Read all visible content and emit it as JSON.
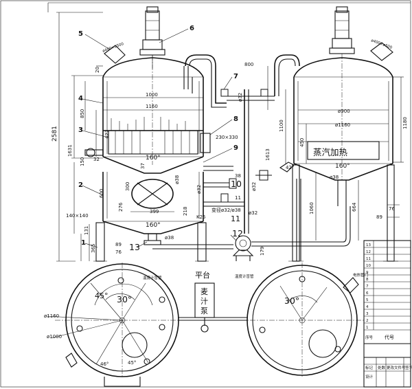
{
  "callouts": [
    "1",
    "2",
    "3",
    "4",
    "5",
    "6",
    "7",
    "8",
    "9",
    "10",
    "11",
    "12",
    "13"
  ],
  "dimensions": {
    "manhole_left": "ø400×ø500",
    "manhole_right": "ø400×ø500",
    "d20": "20",
    "d800": "800",
    "d1000": "1000",
    "d1160": "1160",
    "d850": "850",
    "d427": "427",
    "d2581": "2581",
    "d1631": "1631",
    "d150": "150",
    "d32a": "32",
    "d37": "37",
    "d300": "300",
    "d600": "600",
    "d276": "276",
    "d140x140": "140×140",
    "d131": "131",
    "d365": "365",
    "d89a": "89",
    "d76a": "76",
    "d399": "399",
    "d218": "218",
    "dk25": "K25",
    "d160a": "160°",
    "d160b": "160°",
    "d160c": "160°",
    "dphi38a": "ø38",
    "dphi38b": "ø38",
    "dphi38c": "ø38",
    "dphi32a": "ø32",
    "dphi32b": "ø32",
    "dphi32c": "ø32",
    "dphi32d": "ø32",
    "d38": "38",
    "d11": "11",
    "d230x330": "230×330",
    "d1613": "1613",
    "reducer": "变径ø32/ø38",
    "d179": "179",
    "d1100": "1100",
    "d1180": "1180",
    "dphi900": "ø900",
    "dphi1160r": "ø1160",
    "d450": "450",
    "d42": "42°",
    "d1060": "1060",
    "d664": "664",
    "d76b": "76",
    "d89b": "89",
    "d45a": "45°",
    "d30a": "30°",
    "d30b": "30°",
    "dphi1160p": "ø1160",
    "dphi1000p": "ø1000",
    "d46": "46°",
    "d45b": "45°"
  },
  "labels": {
    "steam_heating": "蒸汽加热",
    "platform": "平台",
    "wort_pump_1": "麦",
    "wort_pump_2": "汁",
    "wort_pump_3": "泵",
    "thermo_left": "温度计盲管",
    "thermo_right": "温度计盲管",
    "electric_heater": "电热管门"
  },
  "title_block": {
    "rows": [
      "13",
      "12",
      "11",
      "10",
      "9",
      "8",
      "7",
      "6",
      "5",
      "4",
      "3",
      "2",
      "1"
    ],
    "col_no": "序号",
    "col_code": "代号",
    "mark": "标记",
    "count": "处数",
    "change_file": "更改文件号",
    "sign": "签字",
    "design": "设计"
  }
}
